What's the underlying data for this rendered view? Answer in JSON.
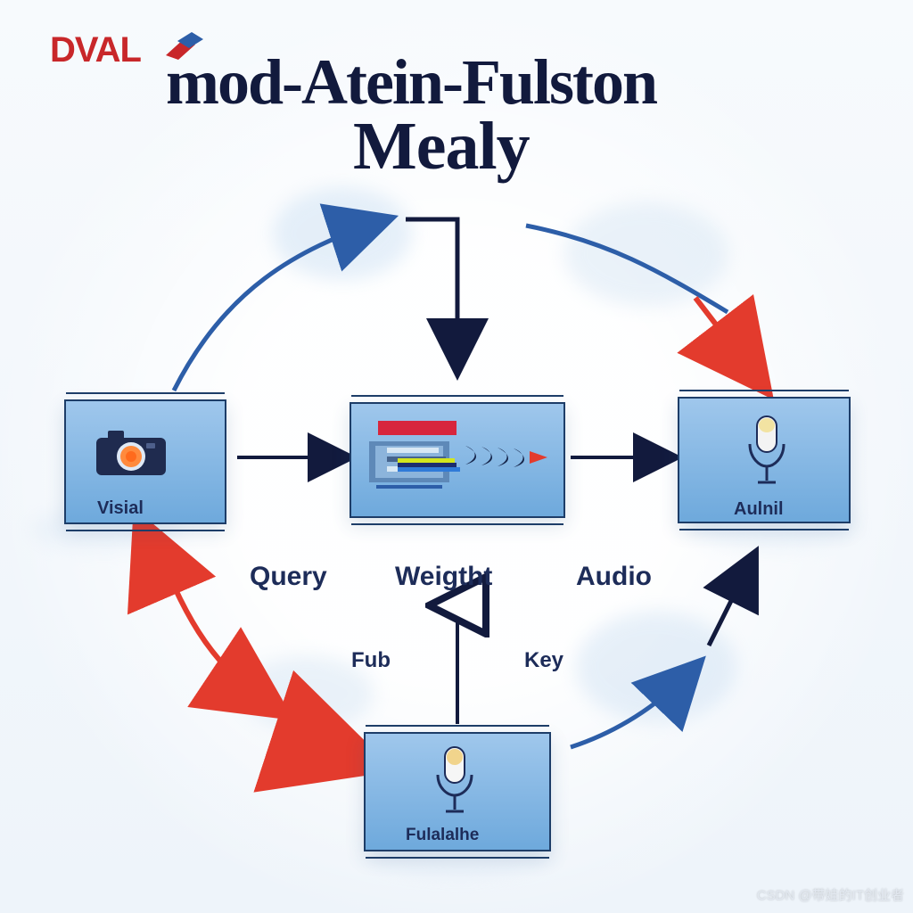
{
  "header": {
    "brand_prefix": "DVAL",
    "title_line_1": "mod-Atein-Fulston",
    "title_line_2": "Mealy"
  },
  "nodes": {
    "visual": "Visial",
    "audio": "Aulnil",
    "bottom": "Fulalalhe"
  },
  "edge_labels": {
    "query": "Query",
    "weight": "Weigtht",
    "audio": "Audio",
    "fub": "Fub",
    "key": "Key"
  },
  "watermark": "CSDN @带娃的IT创业者",
  "colors": {
    "navy": "#121a3d",
    "blue_arrow": "#2d5ea8",
    "red_arrow": "#e33b2d",
    "box_blue": "#86b8e6",
    "outline": "#1d3d68"
  }
}
